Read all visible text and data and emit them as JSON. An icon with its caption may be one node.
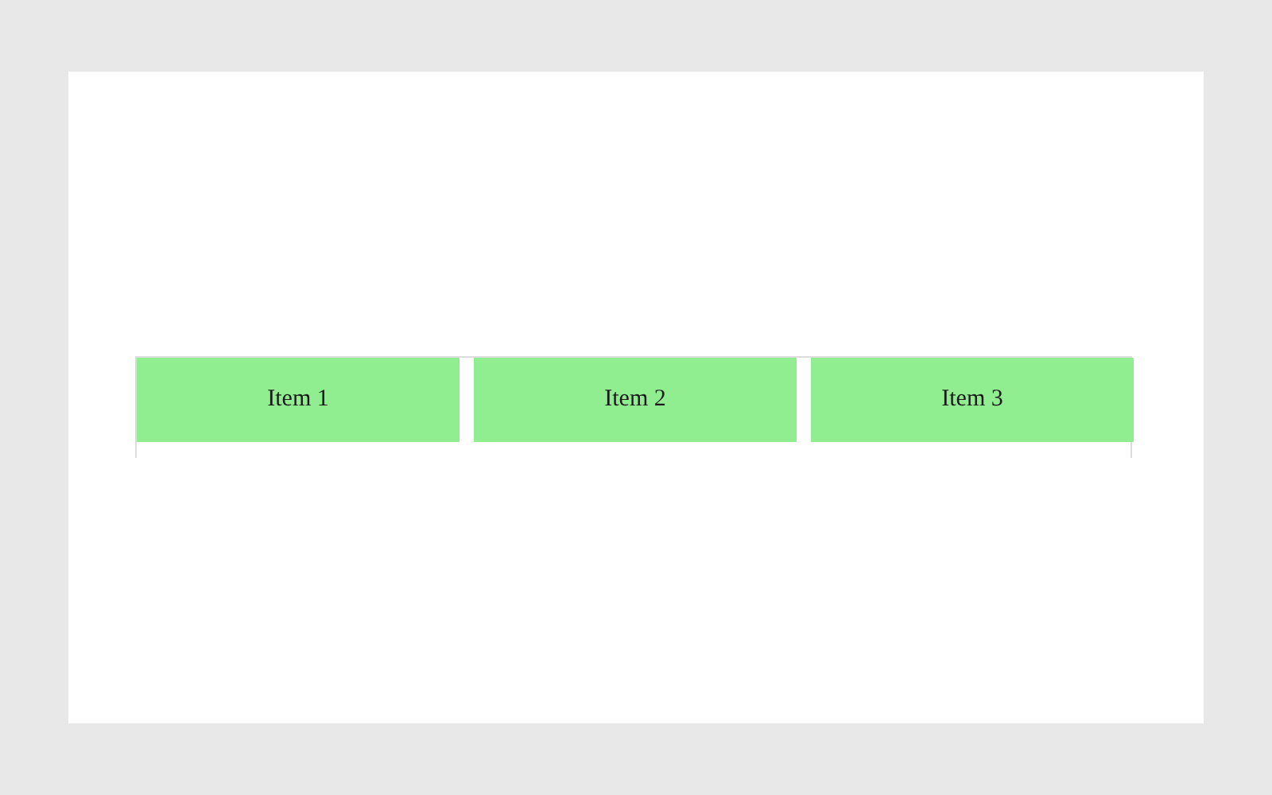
{
  "diagram": {
    "nodes": [
      {
        "text": [],
        "shape": "box"
      },
      {
        "text": [
          "Item 1"
        ],
        "in": 0
      },
      {
        "text": [
          "Item 2"
        ],
        "in": 0
      },
      {
        "text": [
          "Item 3"
        ],
        "in": 0
      }
    ]
  }
}
